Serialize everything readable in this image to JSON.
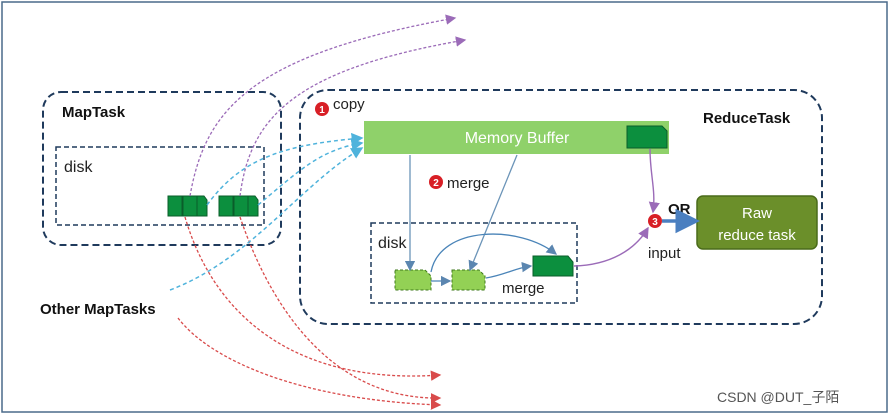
{
  "maptask": {
    "title": "MapTask",
    "disk_label": "disk"
  },
  "other_maptasks": "Other MapTasks",
  "reducetask": {
    "title": "ReduceTask",
    "memory_buffer": "Memory Buffer",
    "disk_label": "disk",
    "steps": {
      "copy": "copy",
      "merge": "merge",
      "merge_disk": "merge",
      "input": "input",
      "or": "OR"
    },
    "step_numbers": [
      "1",
      "2",
      "3"
    ],
    "raw_reduce_task": [
      "Raw",
      "reduce task"
    ]
  },
  "watermark": "CSDN @DUT_子陌",
  "colors": {
    "border": "#1f3a5c",
    "memory_buffer": "#8fd16a",
    "segment_dark": "#0c8f3e",
    "segment_light": "#93d155",
    "raw_reduce": "#6b8f2a",
    "step_badge": "#d81f26",
    "fetch_arrow": "#4fb3dc",
    "out_arrow_purple": "#9b6bb8",
    "out_arrow_red": "#d94b4b",
    "merge_arrow": "#6b94b8"
  }
}
